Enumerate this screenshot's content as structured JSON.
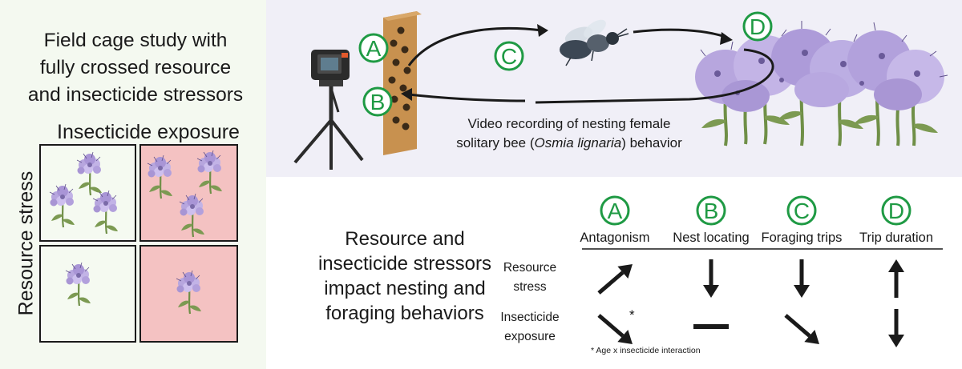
{
  "left_panel": {
    "title_lines": [
      "Field cage study with",
      "fully crossed resource",
      "and insecticide stressors"
    ],
    "column_header": "Insecticide exposure",
    "row_header": "Resource stress"
  },
  "top_panel": {
    "step_labels": [
      "A",
      "B",
      "C",
      "D"
    ],
    "caption_line1": "Video recording of nesting female",
    "caption_line2_prefix": "solitary bee (",
    "caption_species": "Osmia lignaria",
    "caption_line2_suffix": ") behavior"
  },
  "bottom_panel": {
    "summary_lines": [
      "Resource and",
      "insecticide stressors",
      "impact nesting and",
      "foraging behaviors"
    ],
    "columns": [
      {
        "letter": "A",
        "label": "Antagonism"
      },
      {
        "letter": "B",
        "label": "Nest locating"
      },
      {
        "letter": "C",
        "label": "Foraging trips"
      },
      {
        "letter": "D",
        "label": "Trip duration"
      }
    ],
    "rows": [
      {
        "label_line1": "Resource",
        "label_line2": "stress"
      },
      {
        "label_line1": "Insecticide",
        "label_line2": "exposure"
      }
    ],
    "effects": {
      "resource_stress": [
        "increase",
        "decrease",
        "decrease",
        "increase"
      ],
      "insecticide_exposure": [
        "decrease",
        "no-change",
        "decrease",
        "decrease"
      ]
    },
    "asterisk": "*",
    "footnote": "* Age x insecticide interaction"
  },
  "colors": {
    "green_accent": "#1f9a44",
    "control_cell": "#f5faf1",
    "insecticide_cell": "#f4c2c2",
    "nest_block": "#c8914f",
    "flower_purple": "#b7a6de",
    "stem_green": "#6f8f47"
  },
  "icons": [
    "camera-tripod-icon",
    "nest-block-icon",
    "bee-icon",
    "flower-patch-icon",
    "flower-icon"
  ]
}
